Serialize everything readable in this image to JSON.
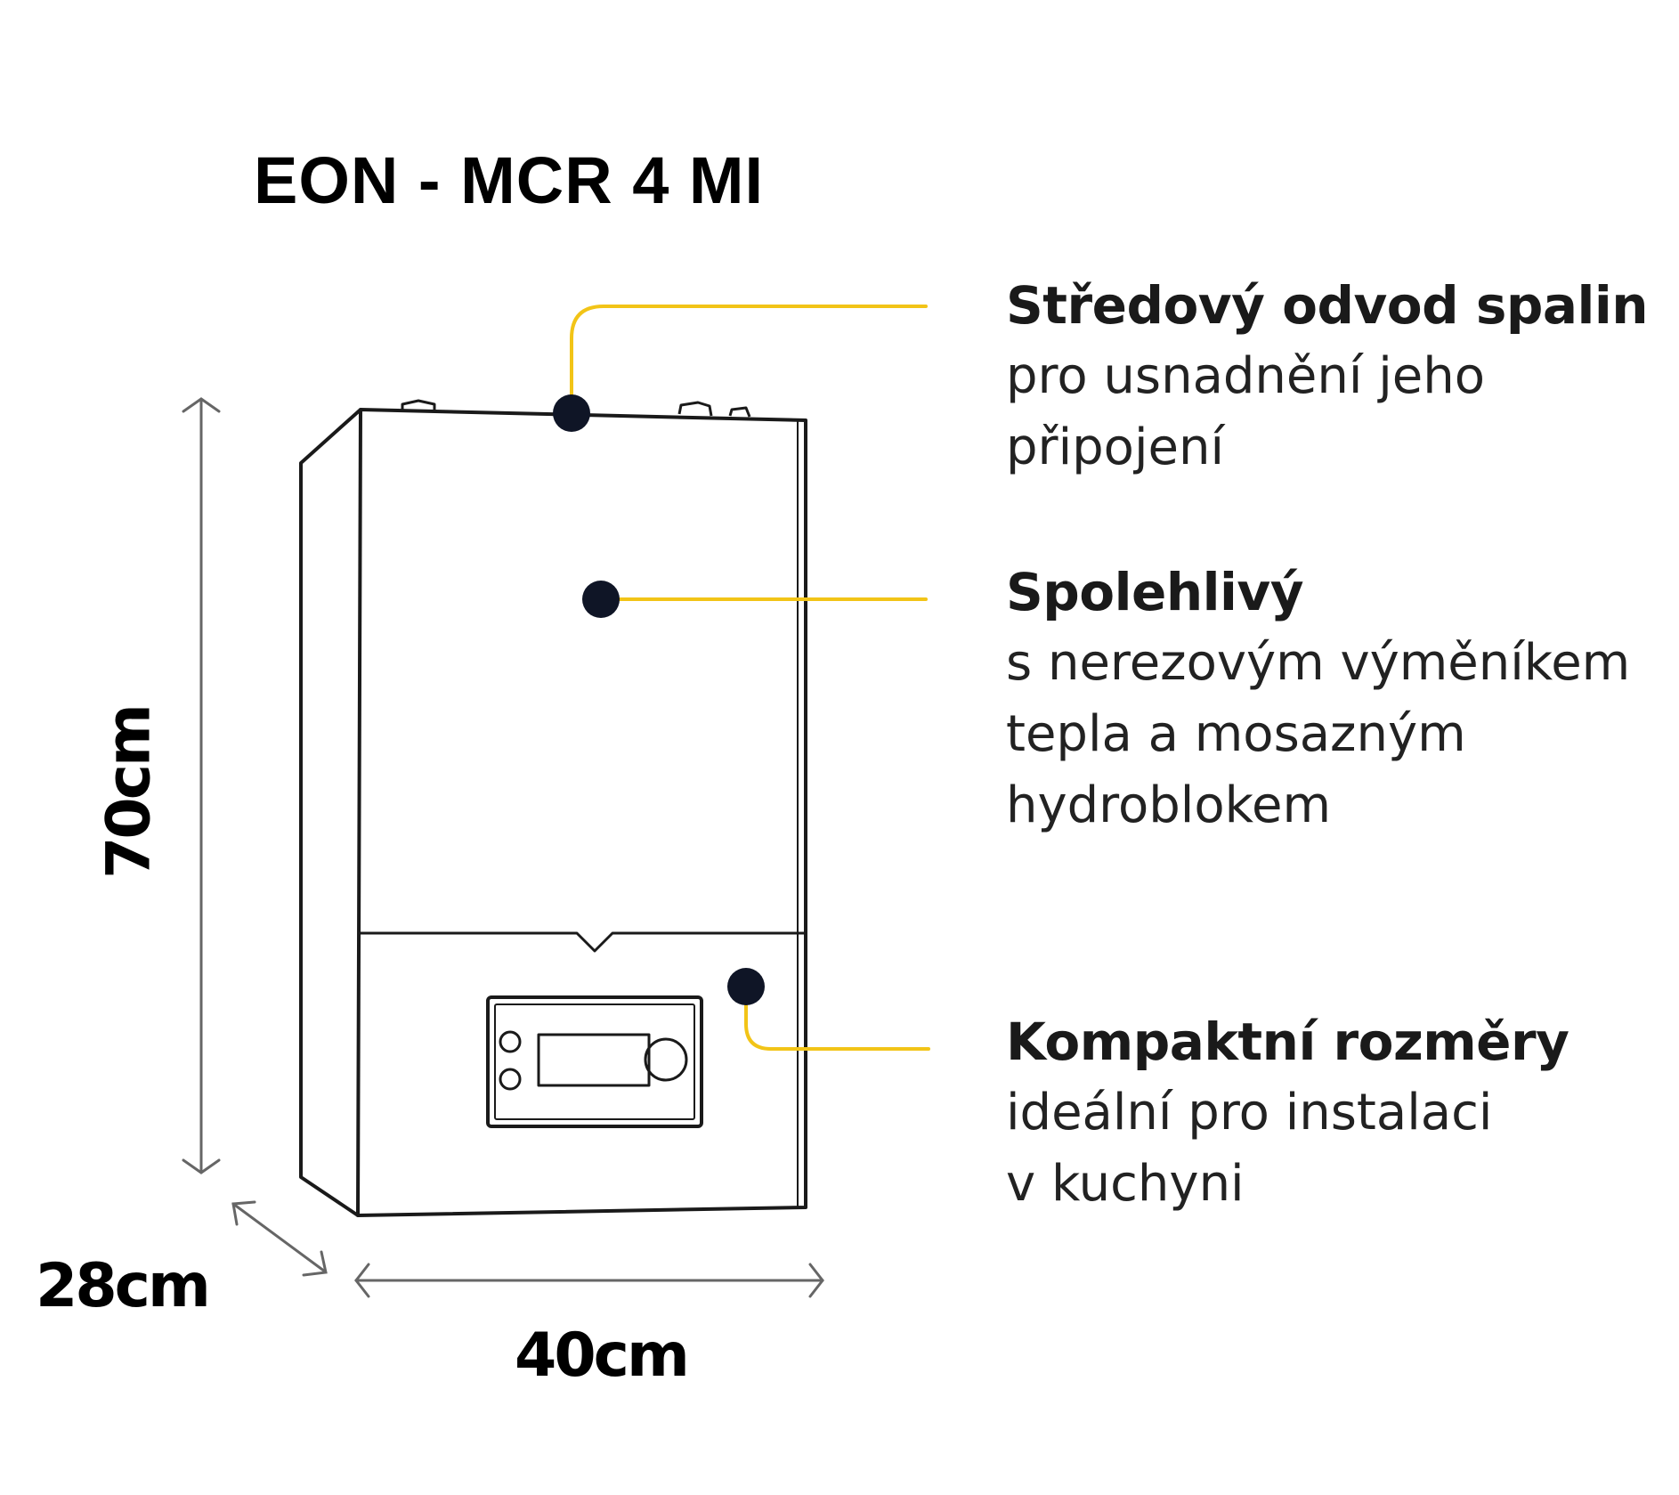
{
  "title": "EON - MCR 4 MI",
  "colors": {
    "leader_line": "#f2c417",
    "marker": "#0f1526",
    "outline": "#1a1a1a"
  },
  "features": [
    {
      "heading": "Středový odvod spalin",
      "lines": [
        "pro usnadnění jeho",
        "připojení"
      ]
    },
    {
      "heading": "Spolehlivý",
      "lines": [
        "s nerezovým výměníkem",
        "tepla a mosazným",
        "hydroblokem"
      ]
    },
    {
      "heading": "Kompaktní rozměry",
      "lines": [
        "ideální pro instalaci",
        "v kuchyni"
      ]
    }
  ],
  "dimensions": {
    "height": "70cm",
    "depth": "28cm",
    "width": "40cm"
  }
}
